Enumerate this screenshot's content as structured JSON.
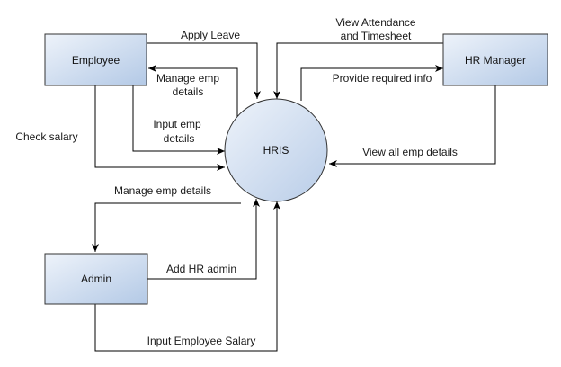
{
  "diagram": {
    "colors": {
      "node_fill_light": "#eef3fa",
      "node_fill_dark": "#b3c9e6",
      "node_stroke": "#333333",
      "edge": "#000000"
    },
    "nodes": {
      "employee": "Employee",
      "hr_manager": "HR Manager",
      "admin": "Admin",
      "hris": "HRIS"
    },
    "edges": {
      "apply_leave": "Apply Leave",
      "manage_emp_details_employee": [
        "Manage emp",
        "details"
      ],
      "input_emp_details": [
        "Input emp",
        "details"
      ],
      "check_salary": "Check salary",
      "view_attendance": [
        "View Attendance",
        "and Timesheet"
      ],
      "provide_required_info": "Provide required info",
      "view_all_emp_details": "View all emp details",
      "manage_emp_details_admin": "Manage emp details",
      "add_hr_admin": "Add HR admin",
      "input_employee_salary": "Input Employee Salary"
    }
  }
}
